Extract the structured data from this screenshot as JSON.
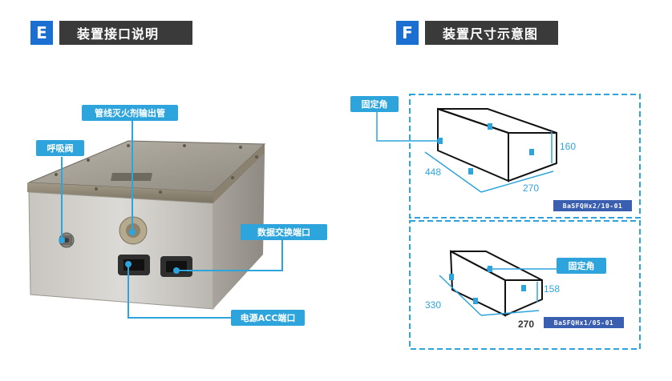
{
  "section_e": {
    "letter": "E",
    "title": "装置接口说明"
  },
  "section_f": {
    "letter": "F",
    "title": "装置尺寸示意图"
  },
  "callouts": {
    "pipe_outlet": "管线灭火剂输出管",
    "breather_valve": "呼吸阀",
    "data_port": "数据交换端口",
    "power_port": "电源ACC端口"
  },
  "diagram_top": {
    "fixed_corner": "固定角",
    "dim_length": "448",
    "dim_width": "270",
    "dim_height": "160",
    "model": "BaSFQHx2/10-01"
  },
  "diagram_bottom": {
    "fixed_corner": "固定角",
    "dim_length": "330",
    "dim_width": "270",
    "dim_height": "158",
    "model": "BaSFQHx1/05-01"
  },
  "colors": {
    "accent_blue": "#1b6fd1",
    "callout_blue": "#2ea4dd",
    "header_dark": "#3a3a3a",
    "dashed": "#2ea4dd"
  }
}
